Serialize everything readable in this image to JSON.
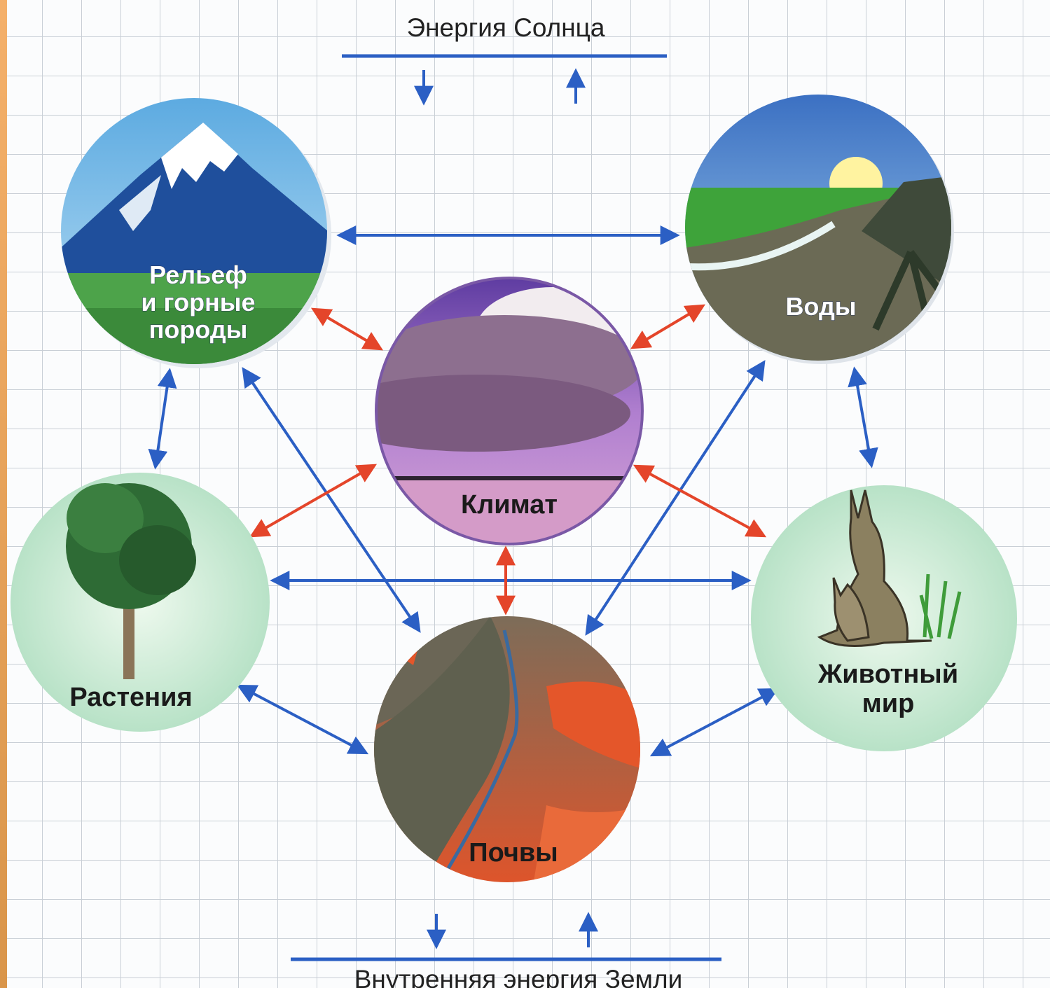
{
  "top_label": "Энергия Солнца",
  "bottom_label": "Внутренняя энергия Земли",
  "nodes": {
    "relief": {
      "lines": [
        "Рельеф",
        "и горные",
        "породы"
      ]
    },
    "waters": {
      "lines": [
        "Воды"
      ]
    },
    "climate": {
      "lines": [
        "Климат"
      ]
    },
    "plants": {
      "lines": [
        "Растения"
      ]
    },
    "animals": {
      "lines": [
        "Животный",
        "мир"
      ]
    },
    "soils": {
      "lines": [
        "Почвы"
      ]
    }
  },
  "colors": {
    "link_blue": "#2b5fc4",
    "link_red": "#e4452a",
    "grid": "#c9cfd6",
    "left_border": "#e8a85a"
  }
}
